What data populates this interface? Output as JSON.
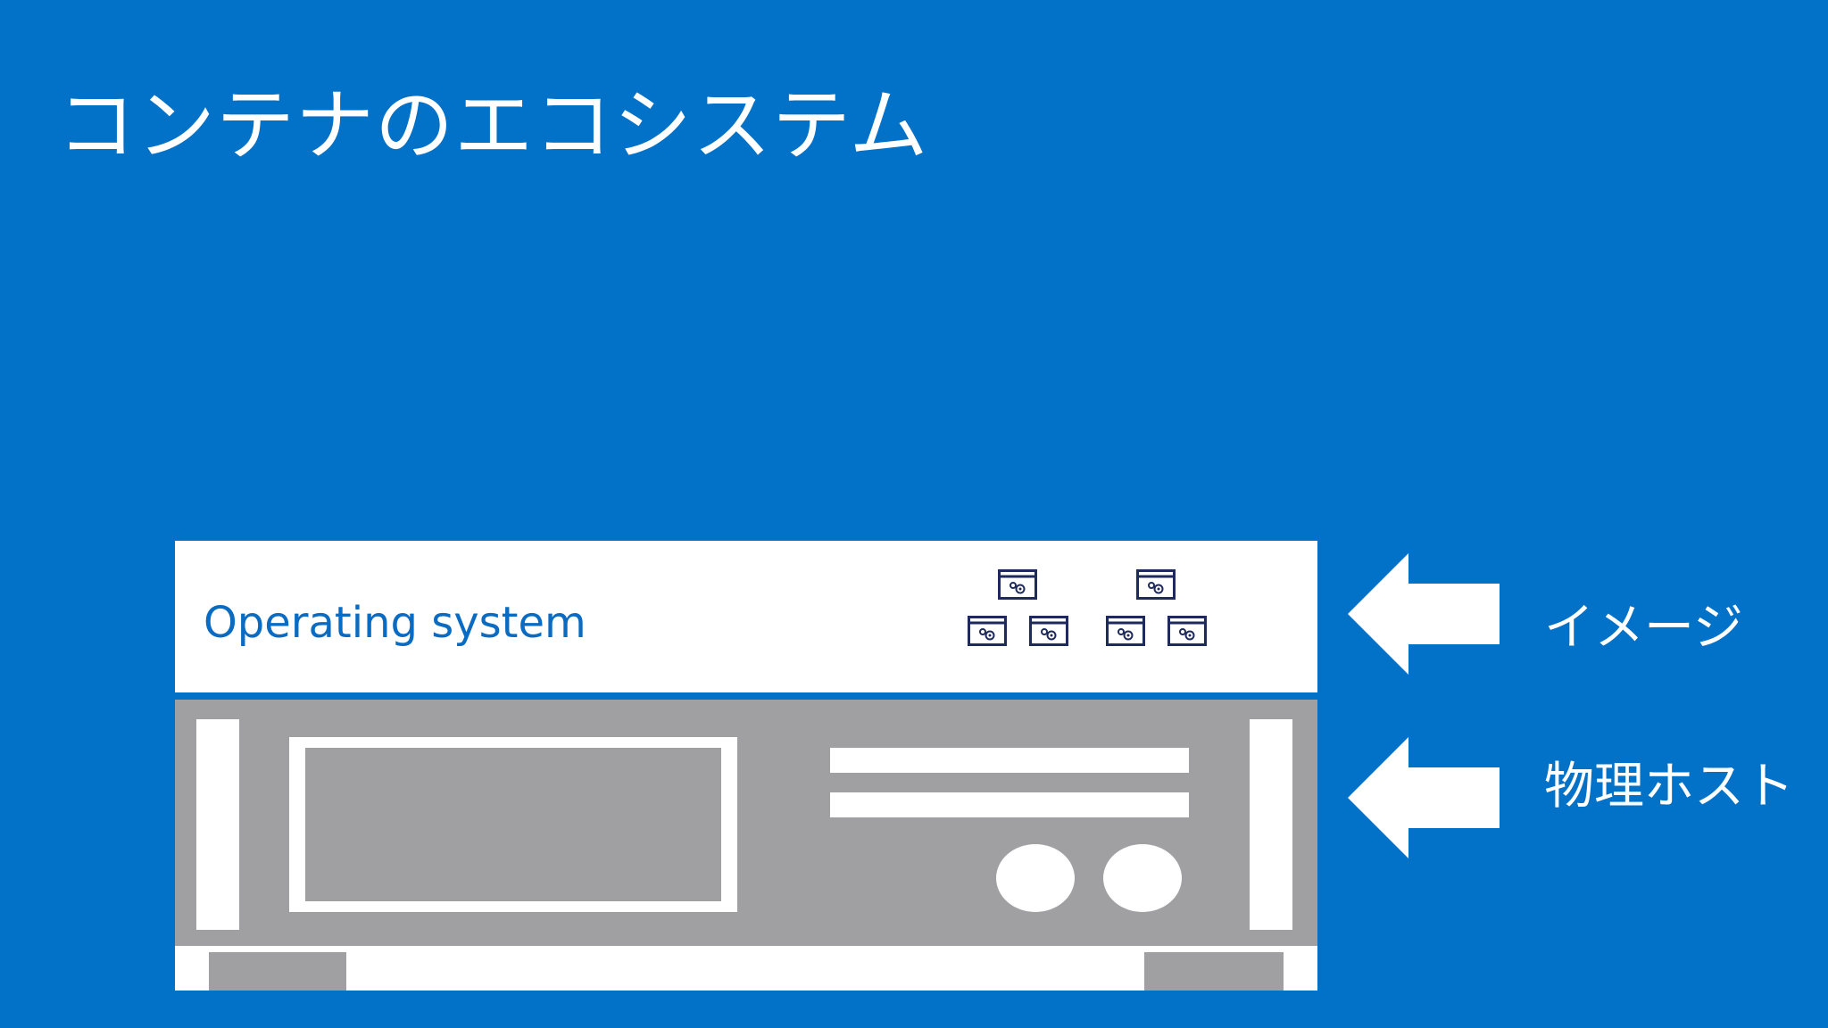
{
  "slide": {
    "title": "コンテナのエコシステム"
  },
  "diagram": {
    "os_layer_label": "Operating system",
    "image_label": "イメージ",
    "host_label": "物理ホスト",
    "colors": {
      "background": "#0271c8",
      "os_text": "#0a6bc2",
      "host_gray": "#a0a0a2",
      "icon_stroke": "#1f2a5c"
    },
    "container_icons": [
      "container-image-icon",
      "container-image-icon",
      "container-image-icon",
      "container-image-icon",
      "container-image-icon",
      "container-image-icon"
    ]
  }
}
